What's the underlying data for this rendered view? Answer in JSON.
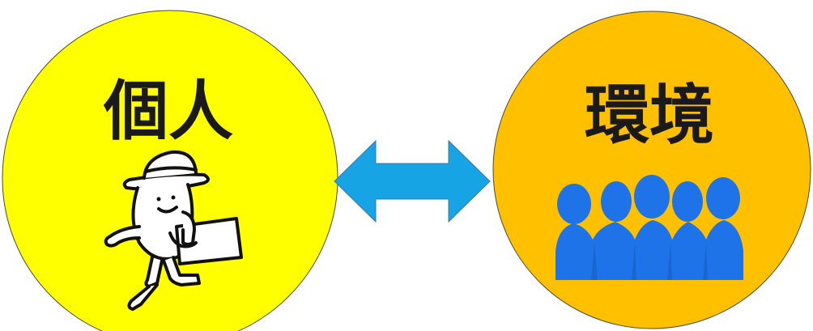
{
  "diagram": {
    "left_node": {
      "label": "個人",
      "fill": "#FFFF00",
      "icon": "walking-person-with-hat-and-box-icon"
    },
    "right_node": {
      "label": "環境",
      "fill": "#FFC000",
      "icon": "group-of-people-silhouettes-icon",
      "icon_color": "#1E73E8"
    },
    "connector": {
      "type": "double-headed-arrow",
      "color": "#16A4E4",
      "icon": "bidirectional-arrow-icon"
    }
  }
}
